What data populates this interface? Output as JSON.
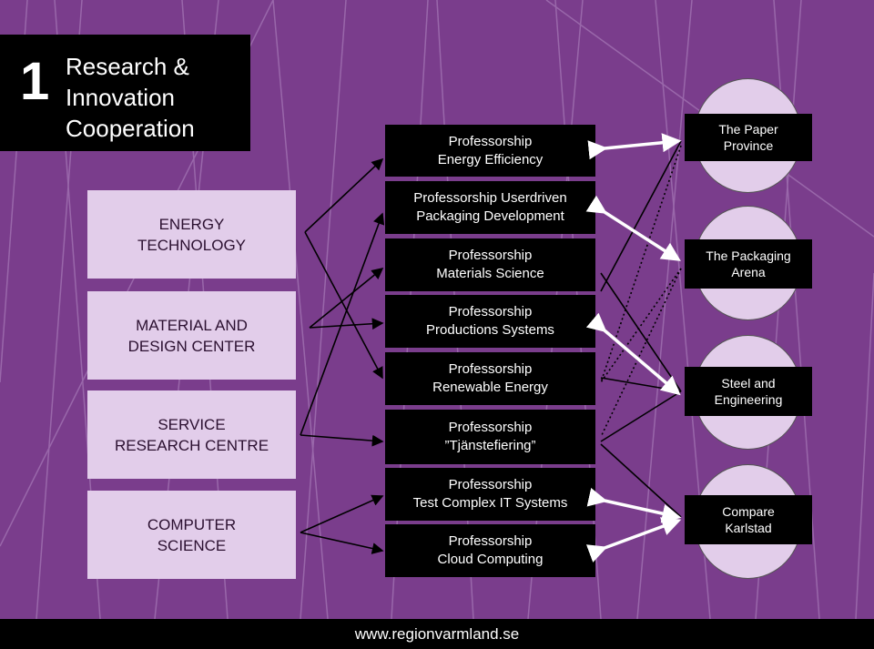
{
  "title": {
    "number": "1",
    "text": "Research &\nInnovation\nCooperation"
  },
  "left_boxes": [
    "ENERGY\nTECHNOLOGY",
    "MATERIAL AND\nDESIGN CENTER",
    "SERVICE\nRESEARCH CENTRE",
    "COMPUTER\nSCIENCE"
  ],
  "professorships": [
    "Professorship\nEnergy Efficiency",
    "Professorship Userdriven\nPackaging Development",
    "Professorship\nMaterials Science",
    "Professorship\nProductions Systems",
    "Professorship\nRenewable Energy",
    "Professorship\n”Tjänstefiering”",
    "Professorship\nTest Complex IT Systems",
    "Professorship\nCloud Computing"
  ],
  "clusters": [
    "The Paper\nProvince",
    "The Packaging\nArena",
    "Steel and\nEngineering",
    "Compare\nKarlstad"
  ],
  "footer": "www.regionvarmland.se",
  "colors": {
    "background": "#7a3d8c",
    "left_box": "#e2cdea",
    "dark_box": "#000000"
  }
}
